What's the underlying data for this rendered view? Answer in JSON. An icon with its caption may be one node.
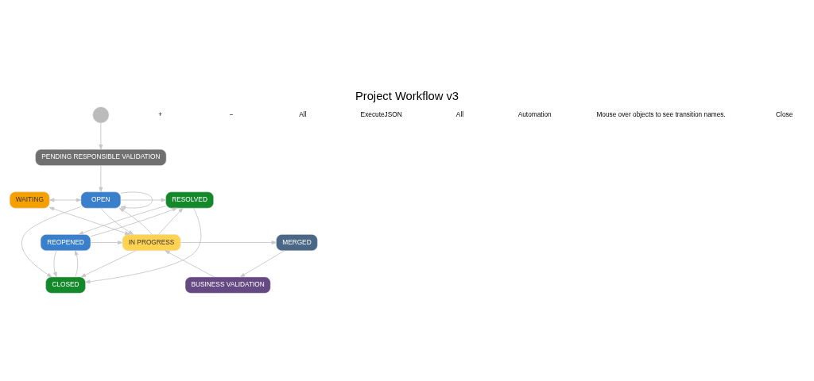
{
  "diagram": {
    "title": "Project Workflow v3",
    "nodes": [
      {
        "text": [],
        "shape": "circle"
      },
      {
        "text": [
          "PENDING RESPONSIBLE VALIDATION"
        ]
      },
      {
        "text": [
          "WAITING"
        ]
      },
      {
        "text": [
          "OPEN"
        ]
      },
      {
        "text": [
          "RESOLVED"
        ]
      },
      {
        "text": [
          "CLOSED"
        ]
      },
      {
        "text": [
          "MERGED"
        ]
      },
      {
        "text": [
          "IN PROGRESS"
        ]
      },
      {
        "text": [
          "REOPENED"
        ]
      },
      {
        "text": [
          "BUSINESS VALIDATION"
        ]
      }
    ],
    "edges": [
      {
        "from": 0,
        "to": 1,
        "arrow": "to"
      },
      {
        "from": 1,
        "to": 3,
        "arrow": "to"
      },
      {
        "from": 3,
        "to": 3,
        "arrow": "to"
      },
      {
        "from": 2,
        "to": 3,
        "arrow": "both"
      },
      {
        "from": 7,
        "to": 3,
        "arrow": "to"
      },
      {
        "from": 3,
        "to": 4,
        "arrow": "to"
      },
      {
        "from": 3,
        "to": 5,
        "arrow": "to"
      },
      {
        "from": 4,
        "to": 5,
        "arrow": "to"
      },
      {
        "from": 3,
        "to": 7,
        "arrow": "to"
      },
      {
        "from": 2,
        "to": 7,
        "arrow": "both"
      },
      {
        "from": 4,
        "to": 8,
        "arrow": "to"
      },
      {
        "from": 5,
        "to": 8,
        "arrow": "to"
      },
      {
        "from": 8,
        "to": 4,
        "arrow": "to"
      },
      {
        "from": 8,
        "to": 7,
        "arrow": "to"
      },
      {
        "from": 8,
        "to": 5,
        "arrow": "to"
      },
      {
        "from": 7,
        "to": 5,
        "arrow": "to"
      },
      {
        "from": 7,
        "to": 4,
        "arrow": "to"
      },
      {
        "from": 7,
        "to": 6,
        "arrow": "to"
      },
      {
        "from": 6,
        "to": 9,
        "arrow": "to"
      },
      {
        "from": 9,
        "to": 7,
        "arrow": "to"
      }
    ],
    "labels": [
      "+",
      "−",
      "All",
      "ExecuteJSON",
      "All",
      "Automation",
      "Mouse over objects to see transition names.",
      "Close"
    ]
  }
}
